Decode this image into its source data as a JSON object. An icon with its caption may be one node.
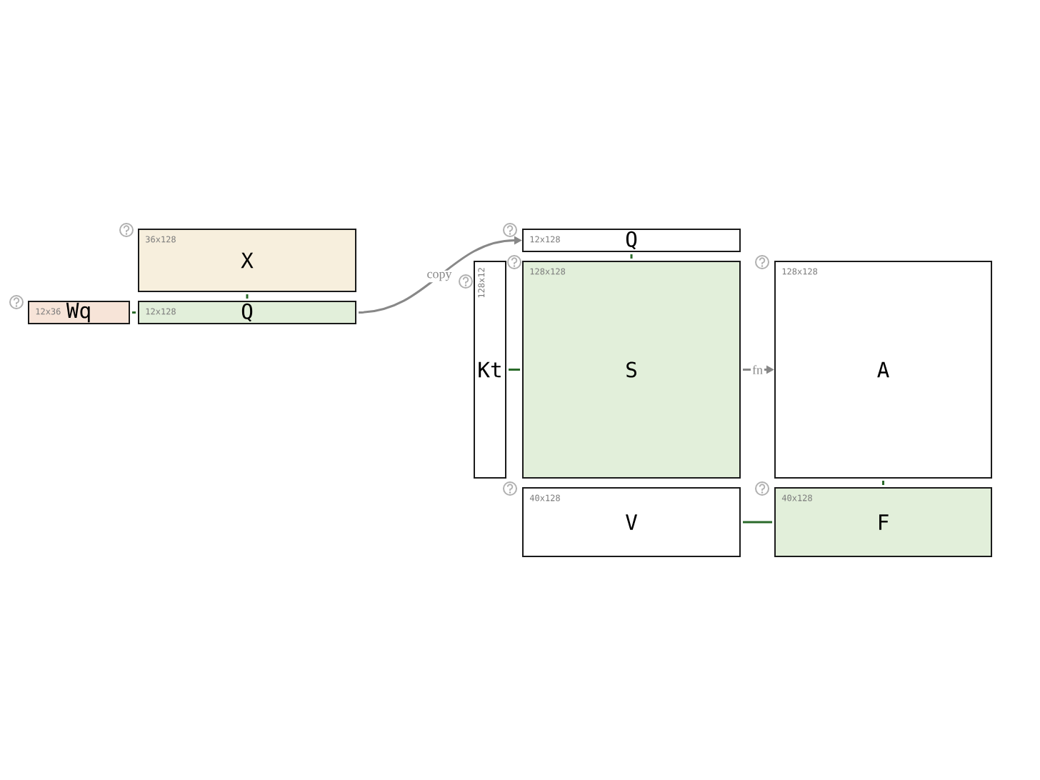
{
  "diagram": {
    "nodes": [
      {
        "text": [
          "36x128",
          "X"
        ]
      },
      {
        "text": [
          "12x36",
          "Wq"
        ]
      },
      {
        "text": [
          "12x128",
          "Q"
        ]
      },
      {
        "text": [
          "12x128",
          "Q"
        ]
      },
      {
        "text": [
          "128x12",
          "Kt"
        ]
      },
      {
        "text": [
          "128x128",
          "S"
        ]
      },
      {
        "text": [
          "128x128",
          "A"
        ]
      },
      {
        "text": [
          "40x128",
          "V"
        ]
      },
      {
        "text": [
          "40x128",
          "F"
        ]
      }
    ],
    "edges": [
      {
        "from": 0,
        "to": 2,
        "arrow": "none"
      },
      {
        "from": 1,
        "to": 2,
        "arrow": "none"
      },
      {
        "from": 2,
        "to": 3,
        "arrow": "to",
        "label": "copy",
        "color": "#888888"
      },
      {
        "from": 3,
        "to": 5,
        "arrow": "none"
      },
      {
        "from": 4,
        "to": 5,
        "arrow": "none"
      },
      {
        "from": 5,
        "to": 6,
        "arrow": "to",
        "label": "fn",
        "color": "#888888"
      },
      {
        "from": 6,
        "to": 8,
        "arrow": "none"
      },
      {
        "from": 7,
        "to": 8,
        "arrow": "none"
      }
    ]
  }
}
